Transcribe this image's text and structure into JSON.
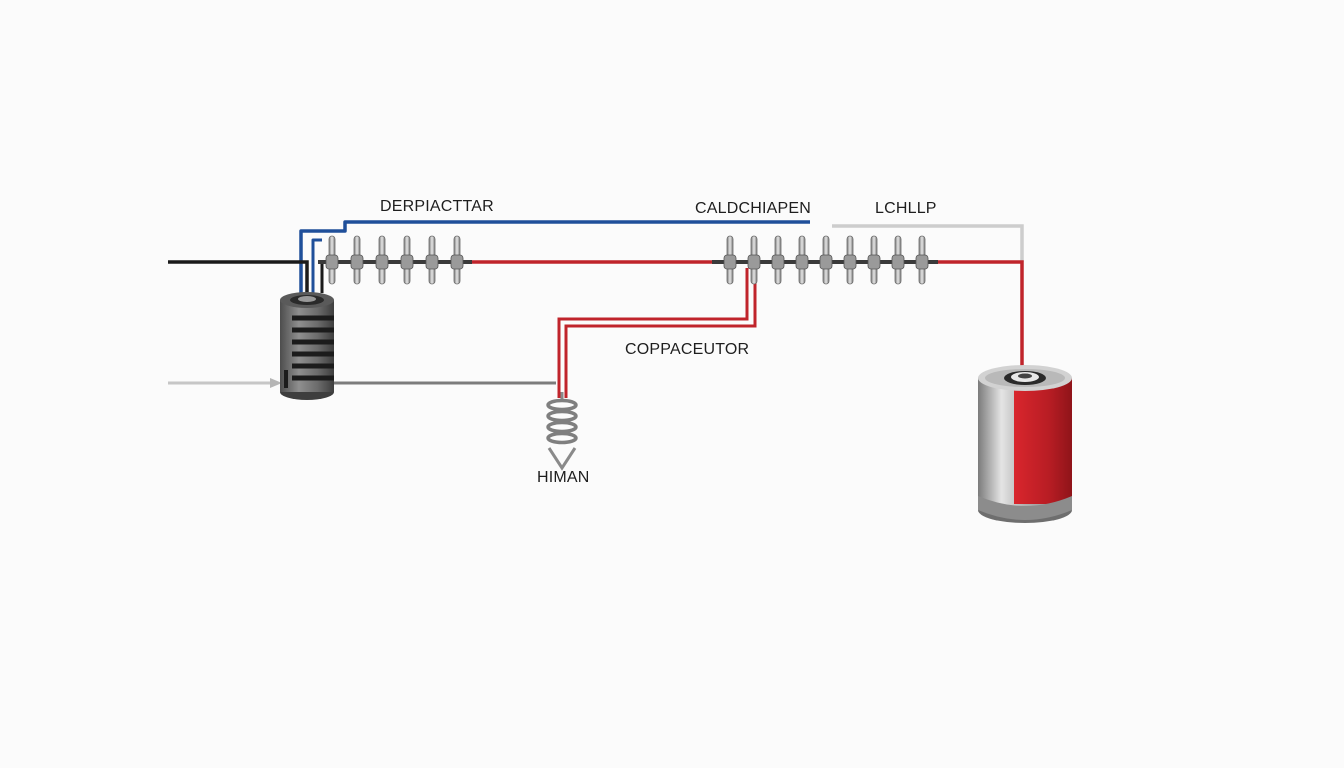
{
  "labels": {
    "left_top": "DERPIACTTAR",
    "middle_top": "CALDCHIAPEN",
    "right_top": "LCHLLP",
    "center": "COPPACEUTOR",
    "bottom": "HIMAN"
  },
  "colors": {
    "background": "#fbfbfb",
    "wire_blue": "#1f4f9a",
    "wire_red": "#c0242b",
    "wire_black": "#1a1a1a",
    "wire_gray": "#8a8a8a",
    "wire_light_gray": "#c8c8c8",
    "metal": "#9c9c9c",
    "battery_red": "#c22127"
  },
  "components": {
    "left_bank_pins": 6,
    "right_bank_pins": 9,
    "inductor_coils": 4
  }
}
